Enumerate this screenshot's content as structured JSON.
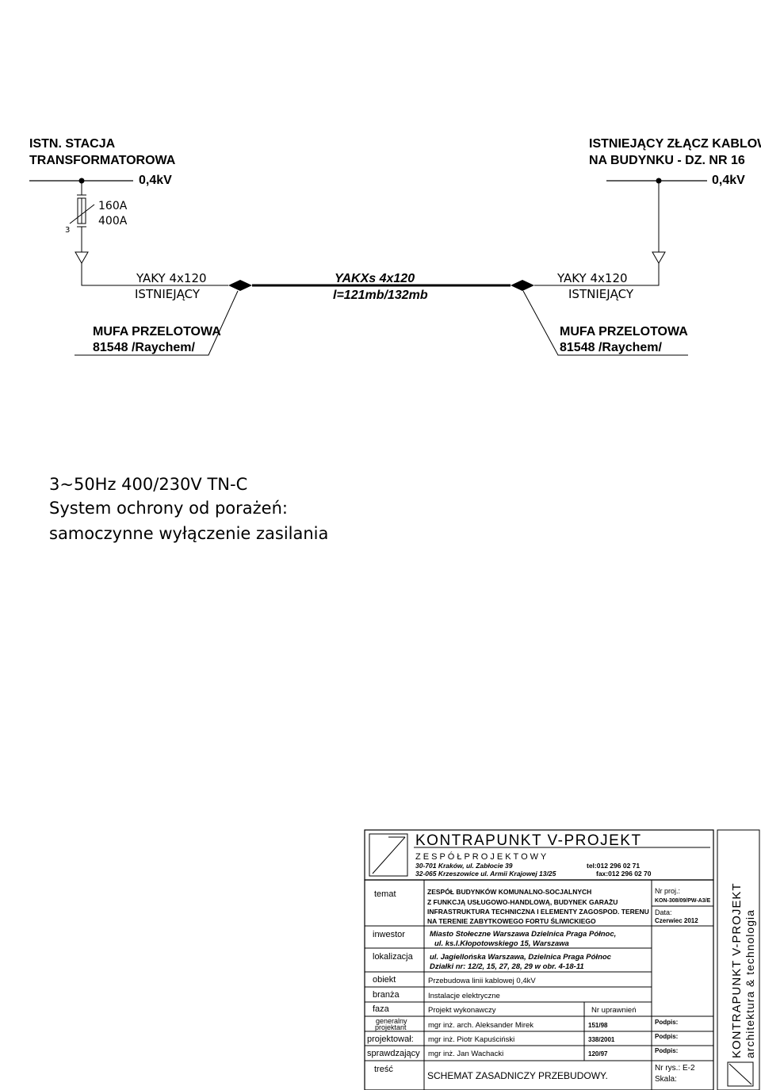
{
  "left_source": {
    "line1": "ISTN. STACJA",
    "line2": "TRANSFORMATOROWA",
    "voltage": "0,4kV",
    "fuse_rating_1": "160A",
    "fuse_rating_2": "400A",
    "count": "3"
  },
  "right_source": {
    "line1": "ISTNIEJĄCY ZŁĄCZ KABLOWY",
    "line2": "NA BUDYNKU - DZ. NR 16",
    "voltage": "0,4kV"
  },
  "cables": {
    "left_type": "YAKY 4x120",
    "left_status": "ISTNIEJĄCY",
    "mid_type": "YAKXs 4x120",
    "mid_length": "l=121mb/132mb",
    "right_type": "YAKY 4x120",
    "right_status": "ISTNIEJĄCY"
  },
  "joints": {
    "left_line1": "MUFA PRZELOTOWA",
    "left_line2": "81548 /Raychem/",
    "right_line1": "MUFA PRZELOTOWA",
    "right_line2": "81548 /Raychem/"
  },
  "notes": {
    "line1": "3~50Hz 400/230V TN-C",
    "line2": "System ochrony od porażeń:",
    "line3": "samoczynne wyłączenie zasilania"
  },
  "title_block": {
    "company": "KONTRAPUNKT V-PROJEKT",
    "team": "Z E S P Ó Ł   P R O J E K T O W Y",
    "address1": "30-701 Kraków,   ul. Zabłocie 39",
    "phone": "tel:012  296  02  71",
    "address2": "32-065 Krzeszowice ul. Armii Krajowej 13/25",
    "fax": "fax:012  296  02  70",
    "side_company": "KONTRAPUNKT V-PROJEKT",
    "side_tagline": "architektura & technologia",
    "labels": {
      "temat": "temat",
      "inwestor": "inwestor",
      "lokalizacja": "lokalizacja",
      "obiekt": "obiekt",
      "branza": "branża",
      "faza": "faza",
      "generalny1": "generalny",
      "generalny2": "projektant",
      "projektowal": "projektował:",
      "sprawdzajacy": "sprawdzający",
      "tresc": "treść"
    },
    "values": {
      "temat1": "ZESPÓŁ BUDYNKÓW KOMUNALNO-SOCJALNYCH",
      "temat2": "Z FUNKCJĄ USŁUGOWO-HANDLOWĄ, BUDYNEK GARAŻU",
      "temat3": "INFRASTRUKTURA TECHNICZNA I ELEMENTY ZAGOSPOD. TERENU",
      "temat4": "NA TERENIE ZABYTKOWEGO FORTU ŚLIWICKIEGO",
      "inwestor1": "Miasto Stołeczne Warszawa Dzielnica Praga Północ,",
      "inwestor2": "ul. ks.I.Kłopotowskiego 15, Warszawa",
      "lokalizacja1": "ul. Jagiellońska Warszawa, Dzielnica Praga Północ",
      "lokalizacja2": "Działki nr: 12/2, 15, 27, 28, 29 w obr. 4-18-11",
      "obiekt": "Przebudowa linii kablowej 0,4kV",
      "branza": "Instalacje elektryczne",
      "faza": "Projekt wykonawczy",
      "nr_uprawnien": "Nr uprawnień",
      "generalny": "mgr inż. arch. Aleksander Mirek",
      "generalny_nr": "151/98",
      "projektowal": "mgr inż. Piotr Kapuściński",
      "projektowal_nr": "338/2001",
      "sprawdzajacy": "mgr inż. Jan Wachacki",
      "sprawdzajacy_nr": "120/97",
      "tresc": "SCHEMAT ZASADNICZY PRZEBUDOWY."
    },
    "right": {
      "nr_proj_label": "Nr proj.:",
      "nr_proj": "KON-308/09/PW-A3/E",
      "data_label": "Data:",
      "data": "Czerwiec 2012",
      "podpis1": "Podpis:",
      "podpis2": "Podpis:",
      "podpis3": "Podpis:",
      "nr_rys": "Nr rys.: E-2",
      "skala": "Skala:"
    }
  }
}
